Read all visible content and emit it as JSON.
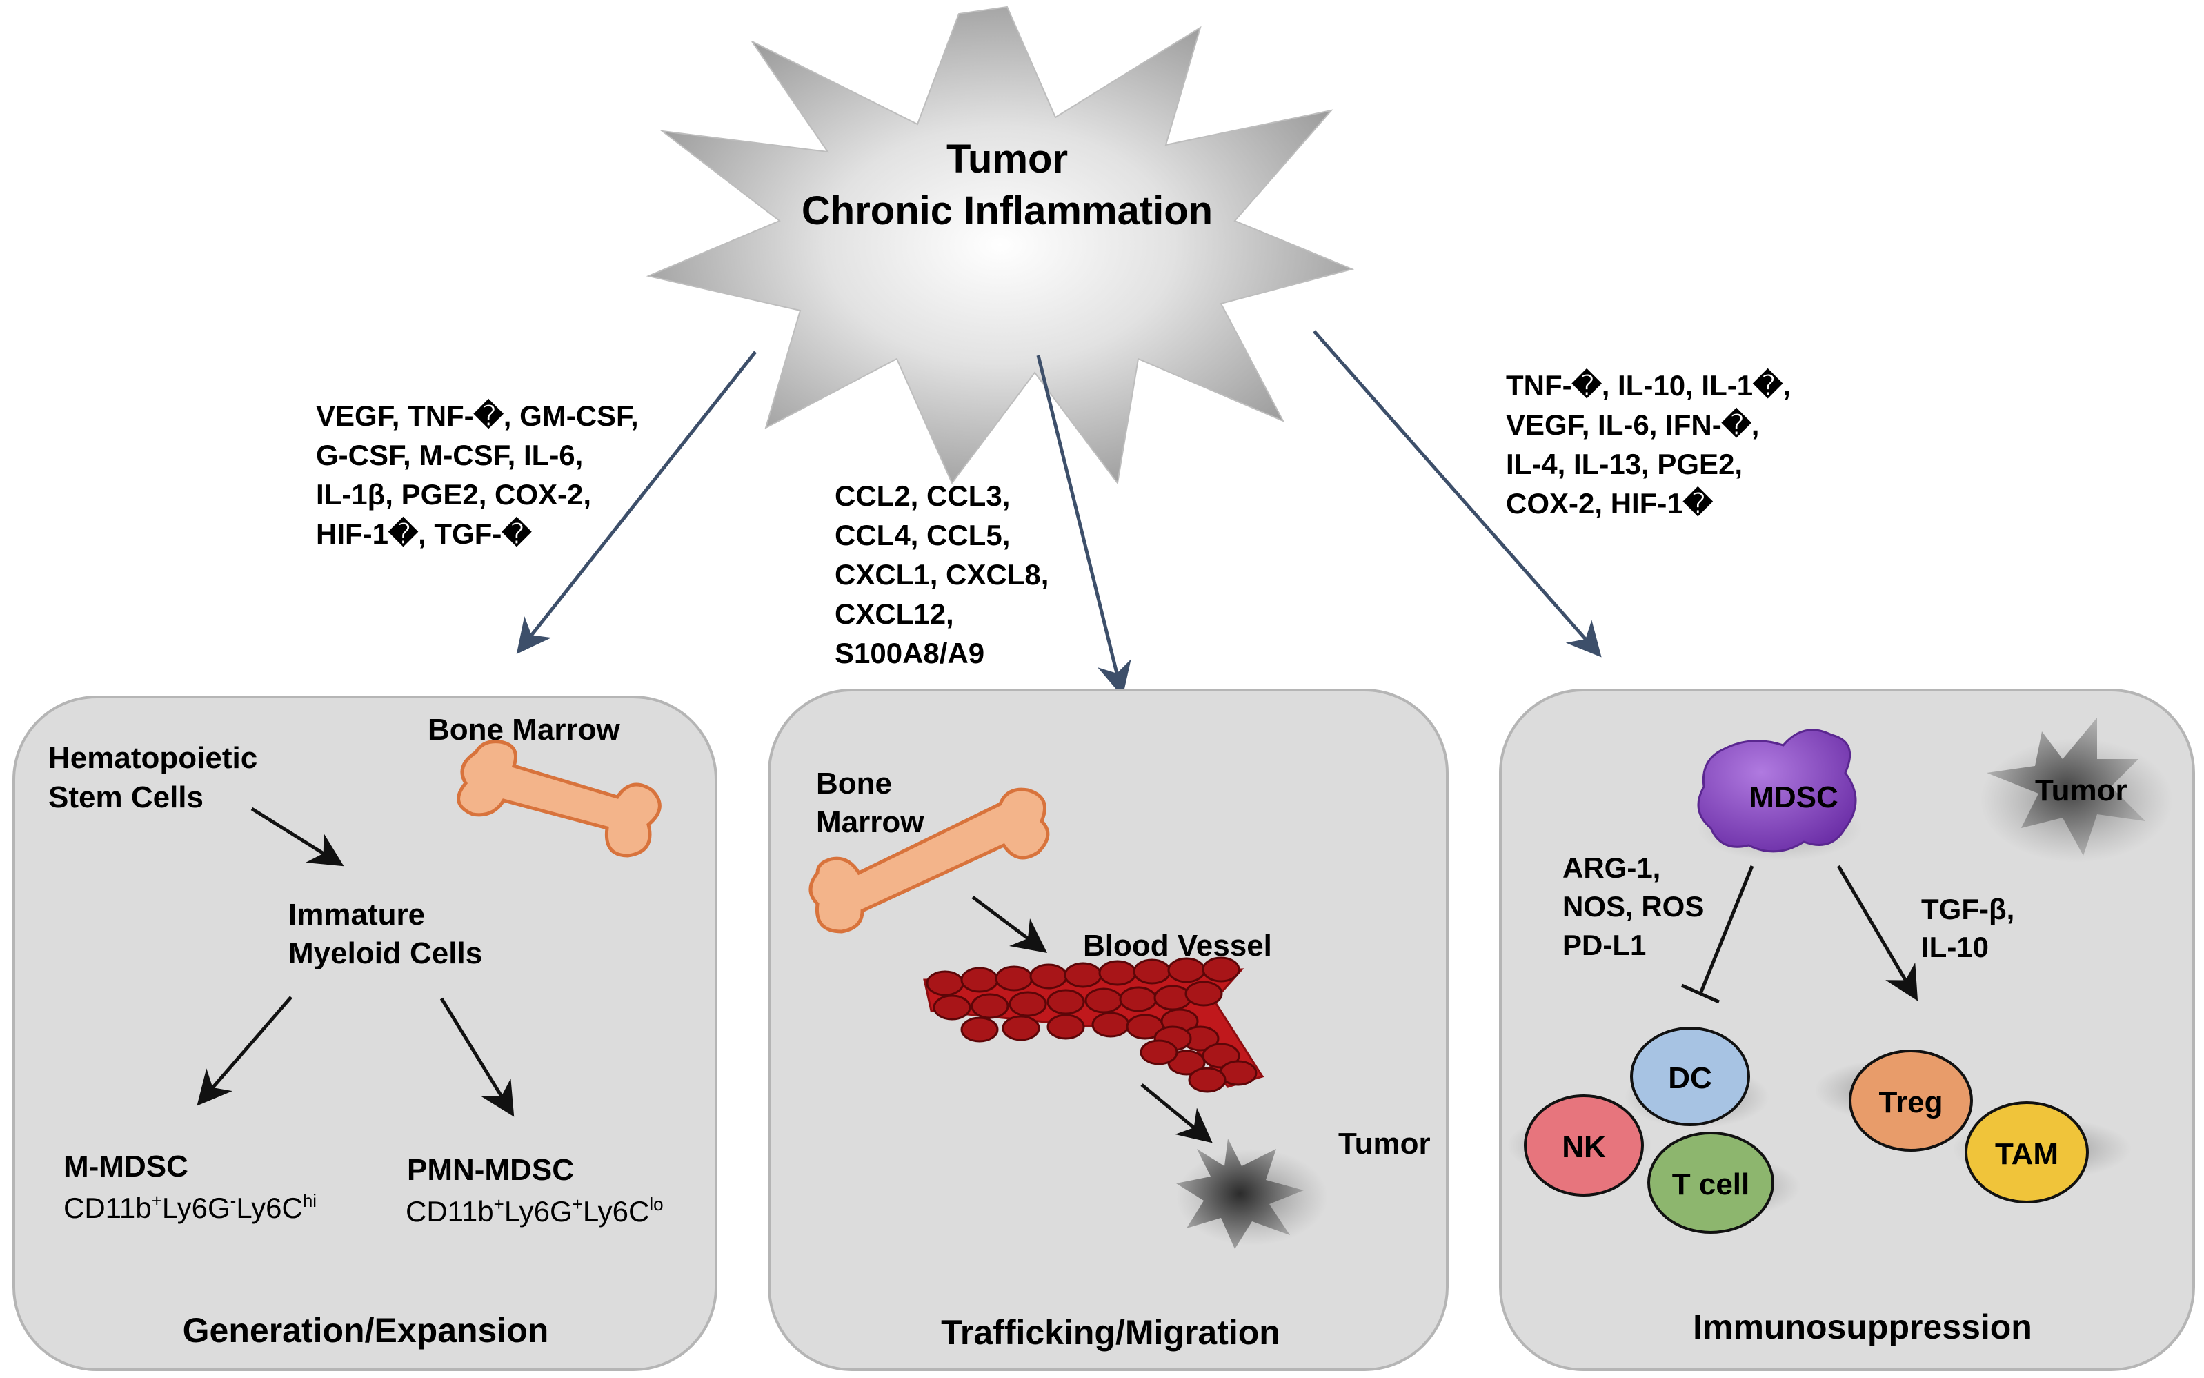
{
  "center": {
    "line1": "Tumor",
    "line2": "Chronic Inflammation"
  },
  "factors": {
    "left": [
      "VEGF, TNF-�, GM-CSF,",
      "G-CSF, M-CSF, IL-6,",
      "IL-1β, PGE2, COX-2,",
      "HIF-1�, TGF-�"
    ],
    "middle": [
      "CCL2, CCL3,",
      "CCL4, CCL5,",
      "CXCL1, CXCL8,",
      "CXCL12,",
      "S100A8/A9"
    ],
    "right": [
      "TNF-�, IL-10, IL-1�,",
      "VEGF, IL-6, IFN-�,",
      "IL-4, IL-13, PGE2,",
      "COX-2, HIF-1�"
    ]
  },
  "panel1": {
    "title": "Generation/Expansion",
    "bone_marrow": "Bone Marrow",
    "hsc_line1": "Hematopoietic",
    "hsc_line2": "Stem Cells",
    "imc_line1": "Immature",
    "imc_line2": "Myeloid Cells",
    "mmdsc": "M-MDSC",
    "mmdsc_marker": {
      "a": "CD11b",
      "a_sup": "+",
      "b": "Ly6G",
      "b_sup": "-",
      "c": "Ly6C",
      "c_sup": "hi"
    },
    "pmn": "PMN-MDSC",
    "pmn_marker": {
      "a": "CD11b",
      "a_sup": "+",
      "b": "Ly6G",
      "b_sup": "+",
      "c": "Ly6C",
      "c_sup": "lo"
    }
  },
  "panel2": {
    "title": "Trafficking/Migration",
    "bone_line1": "Bone",
    "bone_line2": "Marrow",
    "vessel": "Blood Vessel",
    "tumor": "Tumor"
  },
  "panel3": {
    "title": "Immunosuppression",
    "mdsc": "MDSC",
    "tumor": "Tumor",
    "inhib_line1": "ARG-1,",
    "inhib_line2": "NOS, ROS",
    "inhib_line3": "PD-L1",
    "promote_line1": "TGF-β,",
    "promote_line2": "IL-10",
    "cells": {
      "dc": "DC",
      "nk": "NK",
      "tcell": "T cell",
      "treg": "Treg",
      "tam": "TAM"
    }
  },
  "colors": {
    "panel_fill": "#dcdcdc",
    "panel_stroke": "#b5b5b5",
    "arrow_main": "#3d4f6a",
    "bone_fill": "#f3b48a",
    "bone_stroke": "#d8733c",
    "vessel": "#a81518",
    "mdsc": "#8a4bc2",
    "dc": "#a7c3e3",
    "nk": "#e7757d",
    "tcell": "#8db66e",
    "treg": "#e89c6a",
    "tam": "#f0c43a"
  }
}
